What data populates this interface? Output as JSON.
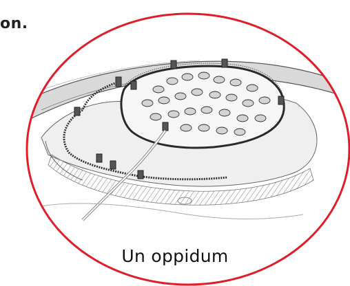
{
  "heading_fragment": "on.",
  "caption": "Un oppidum",
  "colors": {
    "ring": "#e11d2a",
    "ink": "#2a2a2a",
    "shade": "#9a9a9a"
  },
  "illustration": "hillfort-settlement-drawing"
}
